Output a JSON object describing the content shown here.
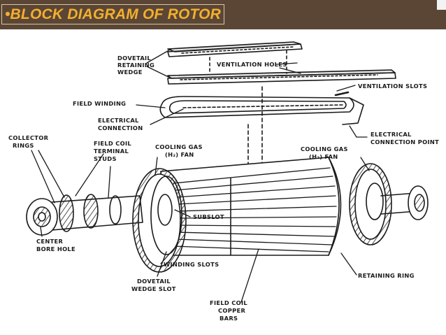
{
  "slide": {
    "title": "•BLOCK DIAGRAM OF ROTOR",
    "colors": {
      "header_bg": "#5b4636",
      "title_text": "#f3b02d",
      "diagram_ink": "#1a1a1a"
    }
  },
  "diagram": {
    "labels": {
      "dovetail_retaining_wedge": [
        "DOVETAIL",
        "RETAINING",
        "WEDGE"
      ],
      "ventilation_holes": [
        "VENTILATION HOLES"
      ],
      "ventilation_slots": [
        "VENTILATION SLOTS"
      ],
      "field_winding": [
        "FIELD WINDING"
      ],
      "electrical_connection": [
        "ELECTRICAL",
        "CONNECTION"
      ],
      "electrical_connection_point": [
        "ELECTRICAL",
        "CONNECTION POINT"
      ],
      "collector_rings": [
        "COLLECTOR",
        "RINGS"
      ],
      "field_coil_terminal_studs": [
        "FIELD COIL",
        "TERMINAL",
        "STUDS"
      ],
      "cooling_gas_fan_left": [
        "COOLING GAS",
        "(H₂) FAN"
      ],
      "cooling_gas_fan_right": [
        "COOLING GAS",
        "(H₂) FAN"
      ],
      "subslot": [
        "SUBSLOT"
      ],
      "center_bore_hole": [
        "CENTER",
        "BORE HOLE"
      ],
      "winding_slots": [
        "WINDING SLOTS"
      ],
      "retaining_ring": [
        "RETAINING RING"
      ],
      "dovetail_wedge_slot": [
        "DOVETAIL",
        "WEDGE SLOT"
      ],
      "field_coil_copper_bars": [
        "FIELD COIL",
        "COPPER",
        "BARS"
      ]
    }
  }
}
